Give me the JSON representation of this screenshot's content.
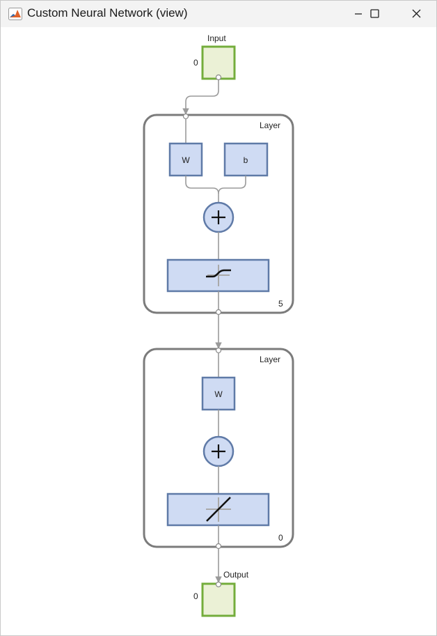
{
  "window": {
    "title": "Custom Neural Network (view)",
    "controls": [
      "minimize-icon",
      "maximize-icon",
      "close-icon"
    ]
  },
  "diagram": {
    "input": {
      "label": "Input",
      "size": "0"
    },
    "layer1": {
      "label": "Layer",
      "weight_label": "W",
      "bias_label": "b",
      "sum_symbol": "+",
      "transfer_icon": "sigmoid-transfer-icon",
      "size": "5"
    },
    "layer2": {
      "label": "Layer",
      "weight_label": "W",
      "sum_symbol": "+",
      "transfer_icon": "linear-transfer-icon",
      "size": "0"
    },
    "output": {
      "label": "Output",
      "size": "0"
    }
  },
  "colors": {
    "titlebar": "#f3f3f3",
    "io_fill": "#ebf1d6",
    "io_border": "#74ad3c",
    "block_fill": "#cfdbf3",
    "block_border": "#5f7aa7",
    "layer_border": "#7b7b7b",
    "wire": "#9a9a9a"
  }
}
